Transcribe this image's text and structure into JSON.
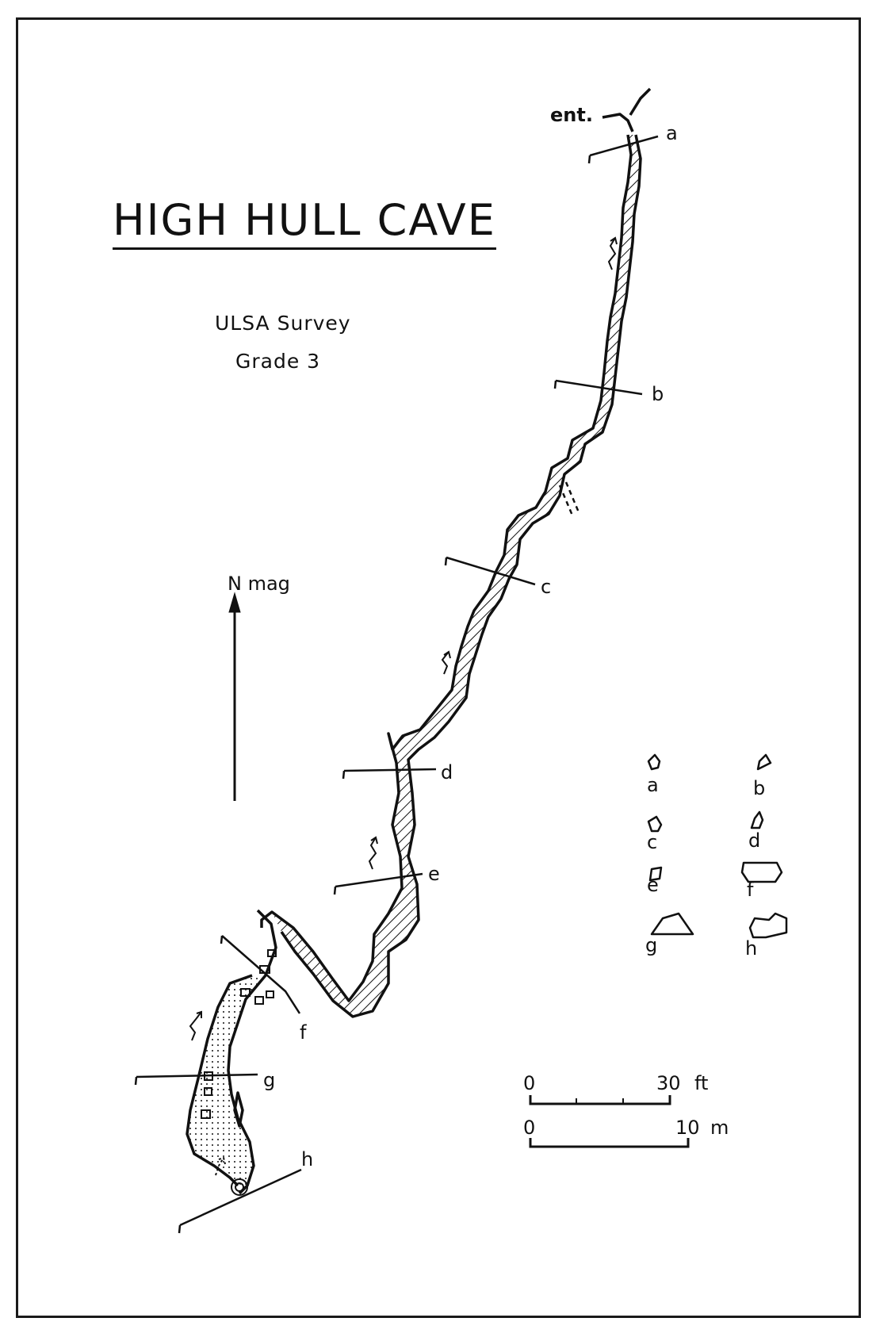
{
  "title": "HIGH HULL CAVE",
  "subtitle_survey": "ULSA Survey",
  "subtitle_grade": "Grade 3",
  "north_label": "N mag",
  "entrance_label": "ent.",
  "cross_section_labels": [
    "a",
    "b",
    "c",
    "d",
    "e",
    "f",
    "g",
    "h"
  ],
  "scale_bars": [
    {
      "start": "0",
      "end": "30",
      "unit": "ft"
    },
    {
      "start": "0",
      "end": "10",
      "unit": "m"
    }
  ],
  "colors": {
    "ink": "#111111",
    "paper": "#ffffff"
  }
}
